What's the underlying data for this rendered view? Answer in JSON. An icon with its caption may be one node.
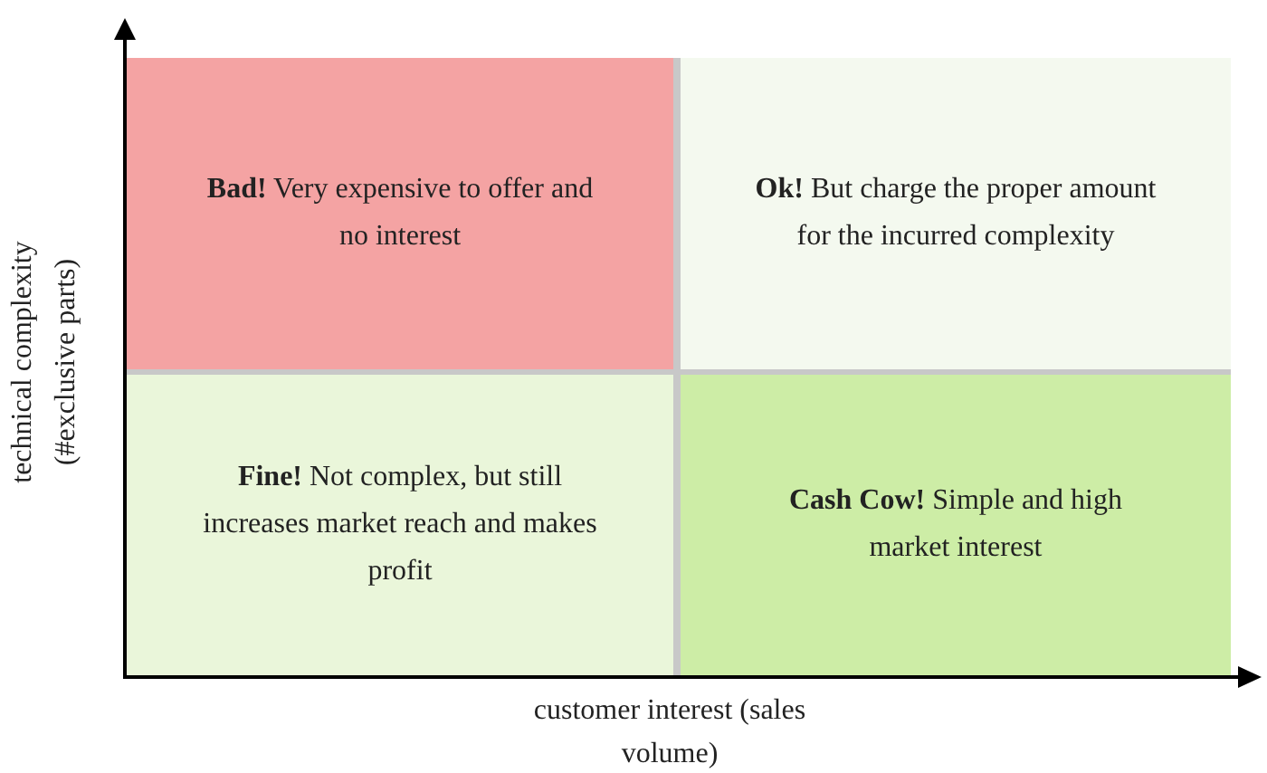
{
  "diagram": {
    "nodes": [
      {
        "text": [
          "**Bad!** Very expensive to offer and no interest"
        ]
      },
      {
        "text": [
          "**Ok!** But charge the proper amount for the incurred complexity"
        ]
      },
      {
        "text": [
          "**Fine!** Not complex, but still increases market reach and makes profit"
        ]
      },
      {
        "text": [
          "**Cash Cow!** Simple and high market interest"
        ]
      }
    ],
    "edges": [],
    "labels": [
      "technical complexity (#exclusive parts)",
      "customer interest (sales volume)"
    ]
  }
}
